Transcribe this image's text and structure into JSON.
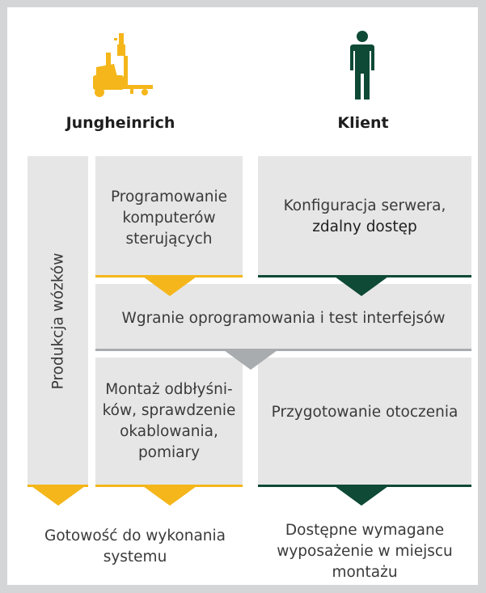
{
  "colors": {
    "yellow": "#f4b61a",
    "green": "#0e4a36",
    "gray_box": "#e6e6e6",
    "gray_bar": "#a9acae"
  },
  "header": {
    "left_label": "Jungheinrich",
    "right_label": "Klient",
    "left_icon": "forklift-icon",
    "right_icon": "person-icon"
  },
  "side_label": "Produkcja wózków",
  "boxes": {
    "programming": "Programowanie komputerów sterujących",
    "server_line1": "Konfiguracja serwera,",
    "server_line2": "zdalny dostęp",
    "upload": "Wgranie oprogramowania i test interfejsów",
    "assembly": "Montaż odbłyśni- ków, sprawdzenie okablowania, pomiary",
    "environment": "Przygotowanie otoczenia"
  },
  "results": {
    "left": "Gotowość do wykonania systemu",
    "right": "Dostępne wymagane wyposażenie w miejscu montażu"
  }
}
